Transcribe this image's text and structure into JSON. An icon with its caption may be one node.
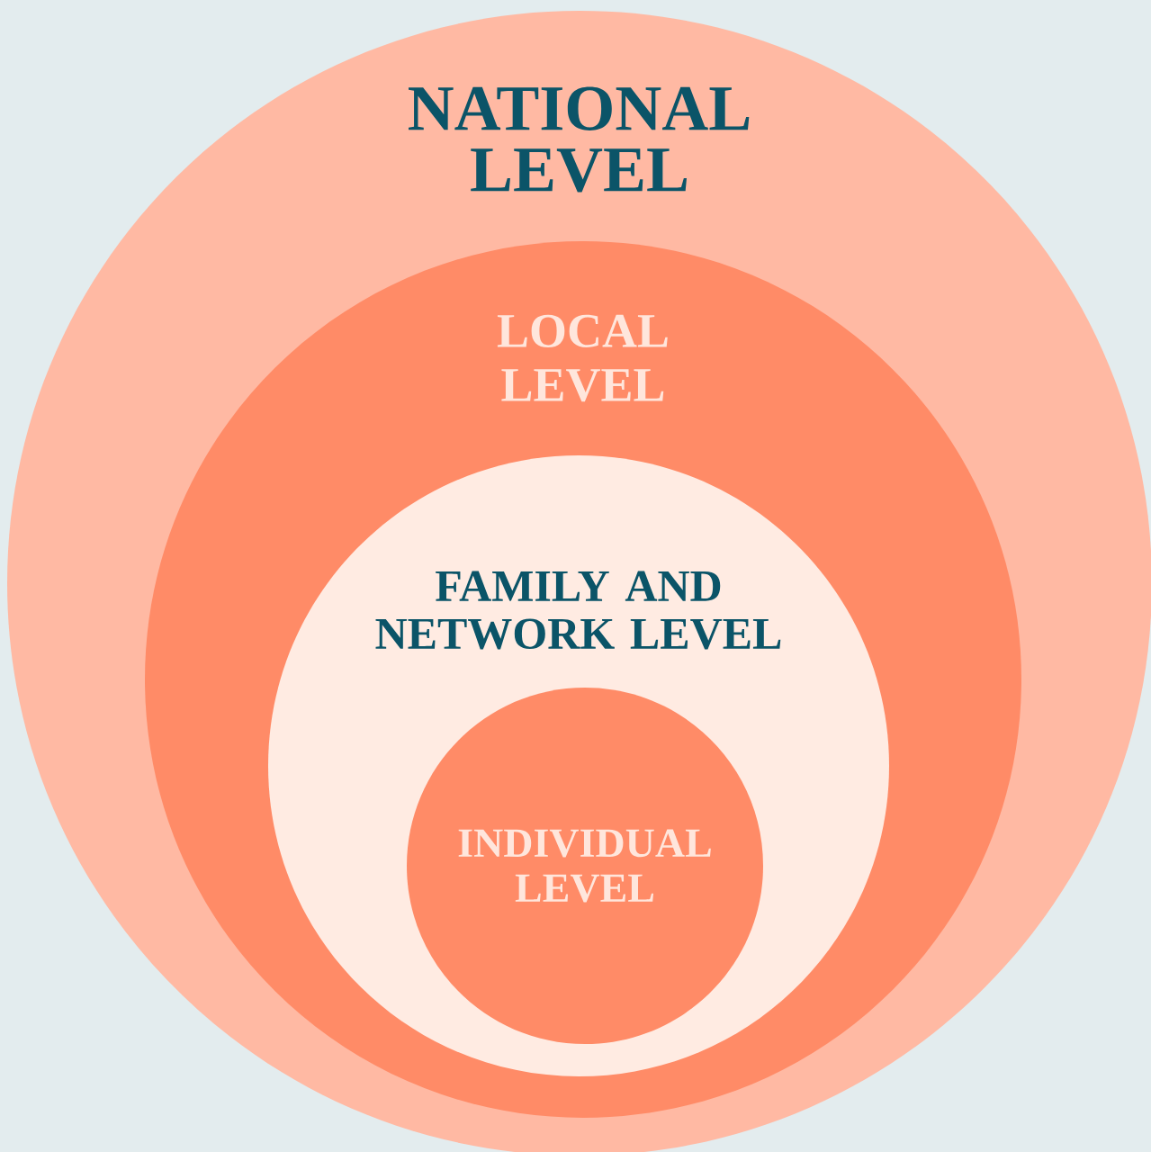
{
  "diagram": {
    "nodes": [
      {
        "text": [
          "NATIONAL LEVEL"
        ]
      },
      {
        "text": [
          "LOCAL LEVEL"
        ],
        "in": 0
      },
      {
        "text": [
          "FAMILY AND NETWORK LEVEL"
        ],
        "in": 1
      },
      {
        "text": [
          "INDIVIDUAL LEVEL"
        ],
        "in": 2
      }
    ]
  }
}
